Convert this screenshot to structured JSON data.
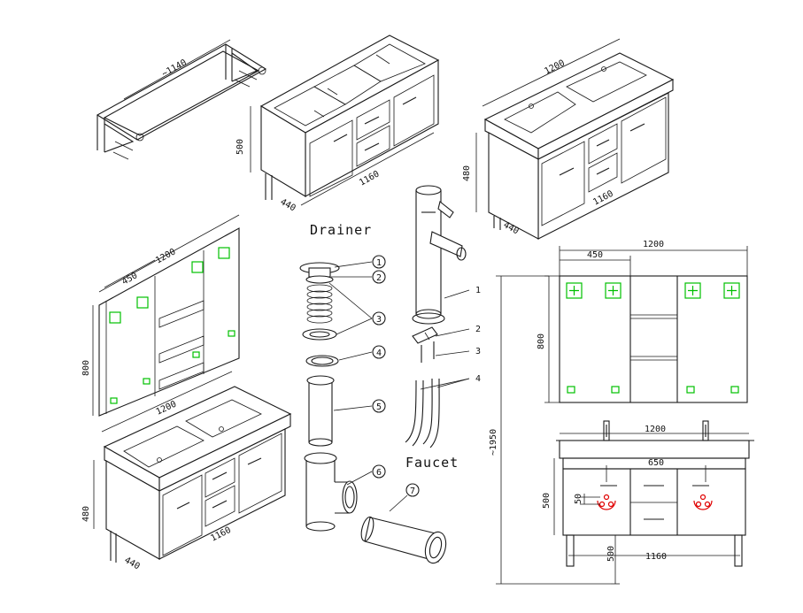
{
  "colors": {
    "line": "#1a1a1a",
    "green_marker": "#00c000",
    "red_marker": "#e00000",
    "background": "#ffffff"
  },
  "dims": {
    "frame_width": "~1140",
    "cabinet_width": "1160",
    "cabinet_height": "500",
    "depth": "440",
    "top_width": "1200",
    "height_480": "480",
    "cab_half": "450",
    "mirror_height": "800",
    "total_height": "~1950",
    "tap_spacing": "650",
    "offset_50": "50",
    "leg_500": "500"
  },
  "captions": {
    "drainer": "Drainer",
    "faucet": "Faucet"
  },
  "drainer_parts": [
    "1",
    "2",
    "3",
    "4",
    "5",
    "6",
    "7"
  ],
  "faucet_parts": [
    "1",
    "2",
    "3",
    "4"
  ]
}
